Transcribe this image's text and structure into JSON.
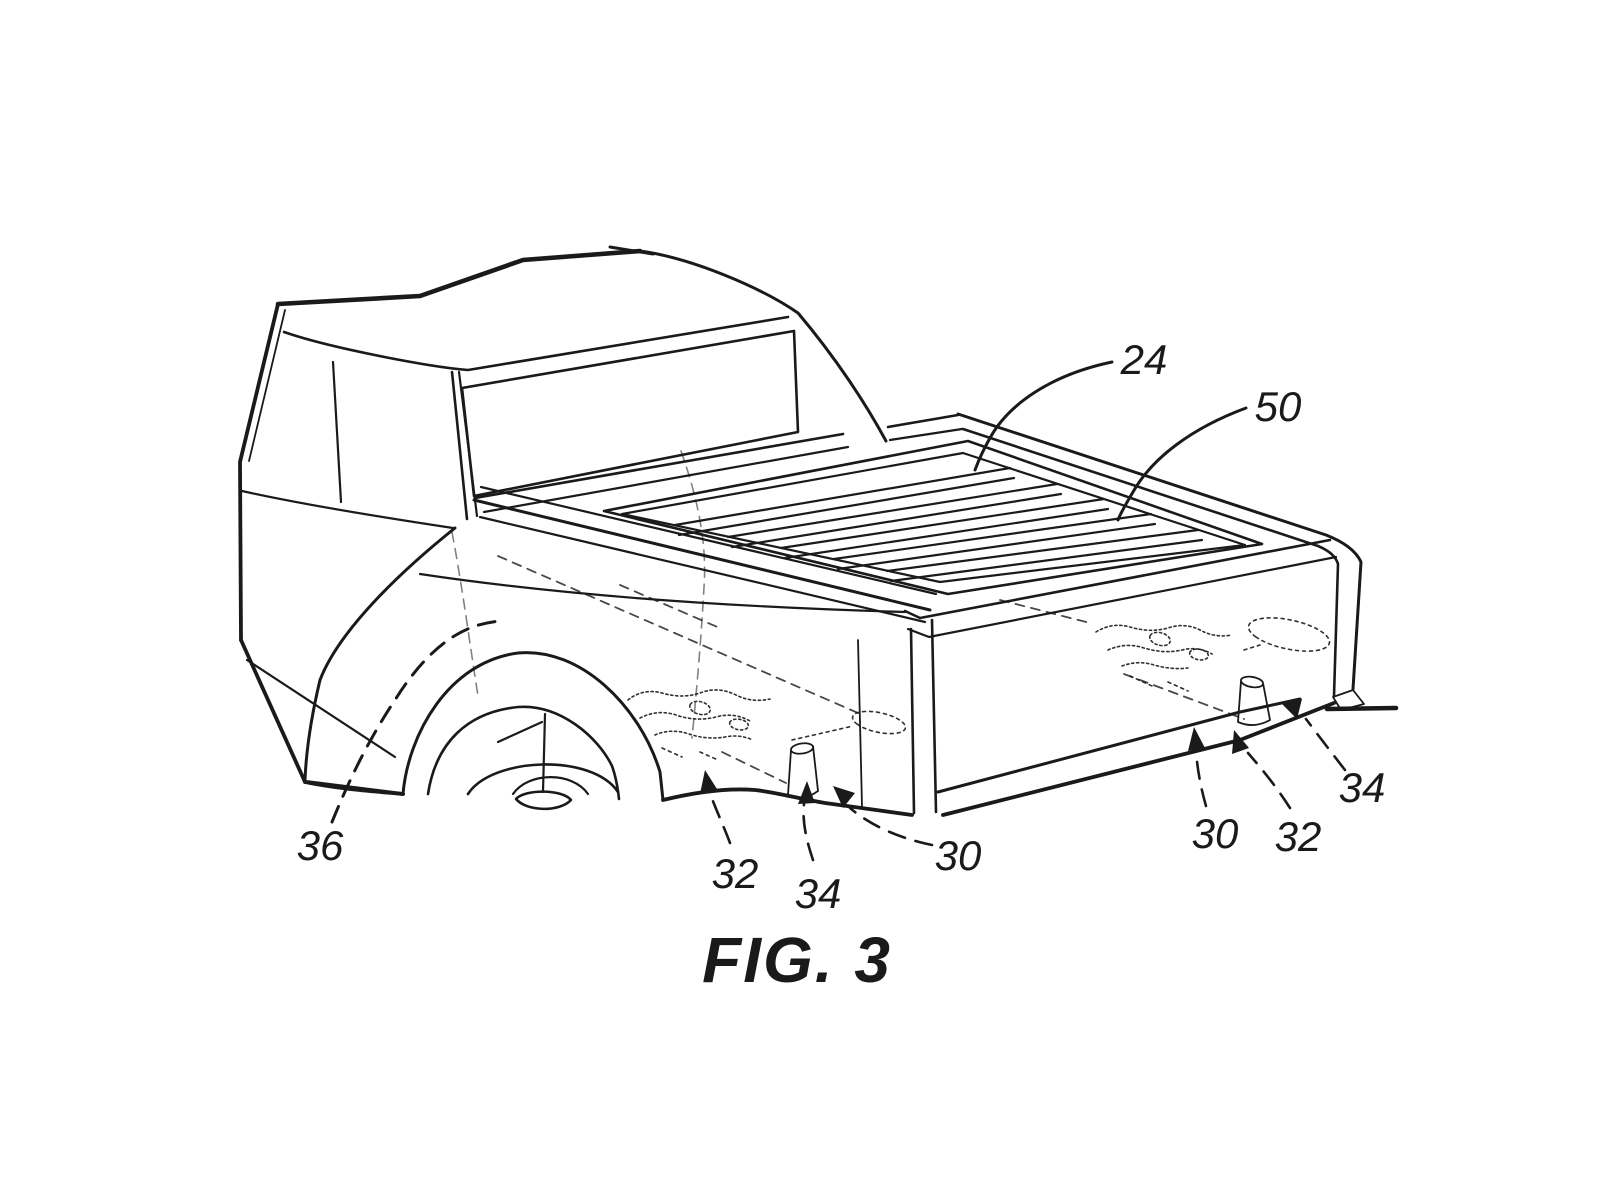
{
  "figure": {
    "caption": "FIG. 3",
    "background_color": "#ffffff",
    "ink_color": "#1a1a1a",
    "reference_labels": {
      "n24": "24",
      "n50": "50",
      "n36": "36",
      "n32_left": "32",
      "n34_left": "34",
      "n30_left": "30",
      "n30_right": "30",
      "n32_right": "32",
      "n34_right": "34"
    }
  }
}
